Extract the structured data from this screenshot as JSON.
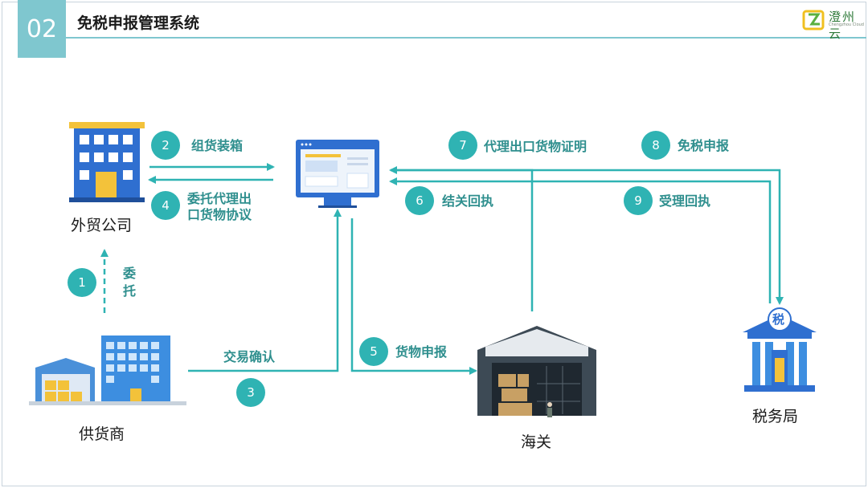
{
  "header": {
    "section_number": "02",
    "title": "免税申报管理系统"
  },
  "logo": {
    "name": "澄州云",
    "subtitle": "Chengzhou Cloud"
  },
  "nodes": {
    "trade_company": "外贸公司",
    "supplier": "供货商",
    "customs": "海关",
    "tax_bureau": "税务局",
    "tax_badge": "税"
  },
  "steps": [
    {
      "num": "1",
      "label": "委\n托"
    },
    {
      "num": "2",
      "label": "组货装箱"
    },
    {
      "num": "3",
      "label": "交易确认"
    },
    {
      "num": "4",
      "label": "委托代理出\n口货物协议"
    },
    {
      "num": "5",
      "label": "货物申报"
    },
    {
      "num": "6",
      "label": "结关回执"
    },
    {
      "num": "7",
      "label": "代理出口货物证明"
    },
    {
      "num": "8",
      "label": "免税申报"
    },
    {
      "num": "9",
      "label": "受理回执"
    }
  ],
  "colors": {
    "accent": "#2fb3b3",
    "label_text": "#2f8f8e",
    "header_box": "#7fc7cf",
    "building_blue": "#2f6fd0"
  }
}
